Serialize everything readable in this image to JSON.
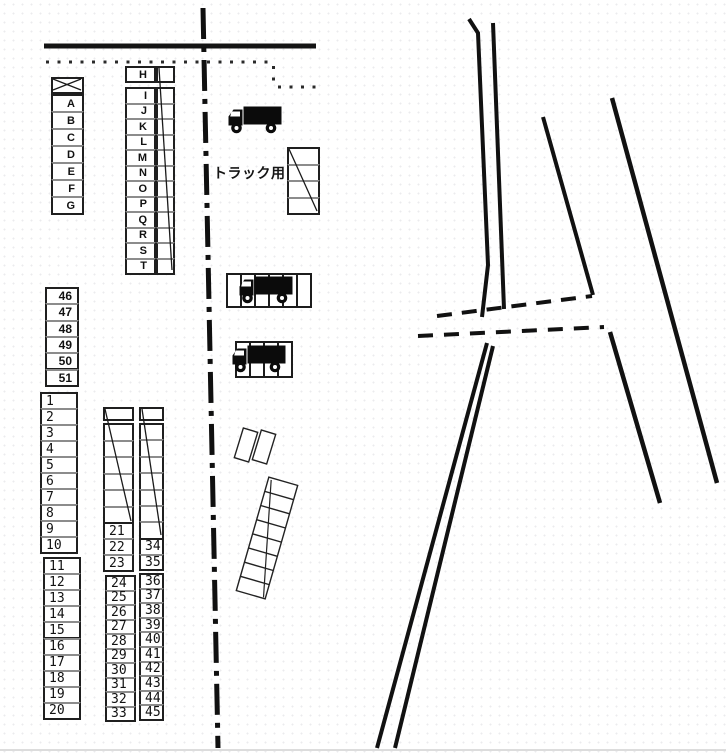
{
  "map": {
    "area_label": "トラック用",
    "letter_rows": {
      "left_column": [
        "A",
        "B",
        "C",
        "D",
        "E",
        "F",
        "G"
      ],
      "h_cell": "H",
      "mid_column": [
        "I",
        "J",
        "K",
        "L",
        "M",
        "N",
        "O",
        "P",
        "Q",
        "R",
        "S",
        "T"
      ]
    },
    "number_columns": {
      "col_46_51": [
        "46",
        "47",
        "48",
        "49",
        "50",
        "51"
      ],
      "col_1_10": [
        "1",
        "2",
        "3",
        "4",
        "5",
        "6",
        "7",
        "8",
        "9",
        "10"
      ],
      "col_11_20": [
        "11",
        "12",
        "13",
        "14",
        "15",
        "16",
        "17",
        "18",
        "19",
        "20"
      ],
      "col_21_23": [
        "21",
        "22",
        "23"
      ],
      "col_24_33": [
        "24",
        "25",
        "26",
        "27",
        "28",
        "29",
        "30",
        "31",
        "32",
        "33"
      ],
      "col_34_35": [
        "34",
        "35"
      ],
      "col_36_45": [
        "36",
        "37",
        "38",
        "39",
        "40",
        "41",
        "42",
        "43",
        "44",
        "45"
      ]
    },
    "icons": {
      "truck_count": "3",
      "truck_icon_name": "truck-icon"
    },
    "colors": {
      "line": "#141414",
      "background": "#ffffff",
      "separator": "#8c8c8c"
    }
  }
}
